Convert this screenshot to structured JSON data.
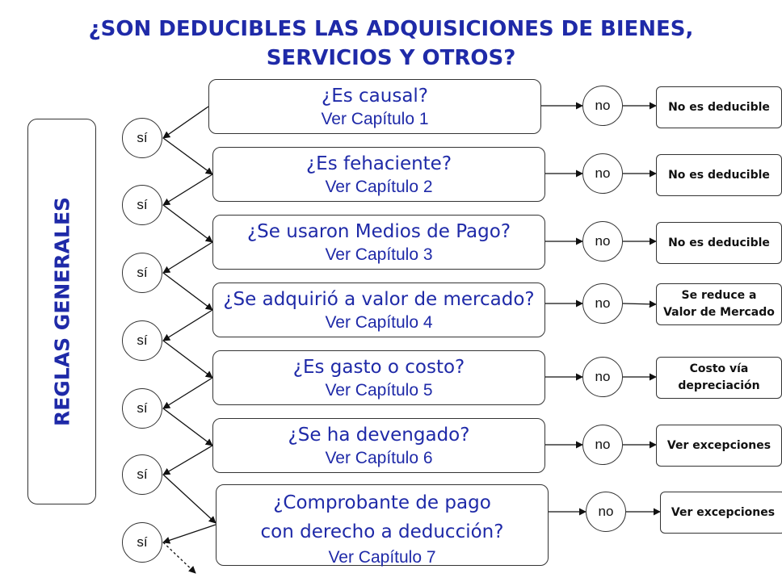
{
  "title": "¿SON DEDUCIBLES LAS ADQUISICIONES DE BIENES, SERVICIOS Y OTROS?",
  "sidebar_label": "REGLAS GENERALES",
  "yes_label": "sí",
  "no_label": "no",
  "steps": [
    {
      "question": "¿Es causal?",
      "chapter": "Ver Capítulo 1",
      "result": "No es deducible"
    },
    {
      "question": "¿Es fehaciente?",
      "chapter": "Ver Capítulo 2",
      "result": "No es deducible"
    },
    {
      "question": "¿Se usaron Medios de Pago?",
      "chapter": "Ver Capítulo 3",
      "result": "No es deducible"
    },
    {
      "question": "¿Se adquirió a valor de mercado?",
      "chapter": "Ver Capítulo 4",
      "result": "Se reduce a\nValor de Mercado"
    },
    {
      "question": "¿Es gasto o costo?",
      "chapter": "Ver Capítulo 5",
      "result": "Costo vía\ndepreciación"
    },
    {
      "question": "¿Se ha devengado?",
      "chapter": "Ver Capítulo 6",
      "result": "Ver excepciones"
    },
    {
      "question": "¿Comprobante de pago\ncon derecho a deducción?",
      "chapter": "Ver Capítulo 7",
      "result": "Ver excepciones"
    }
  ]
}
